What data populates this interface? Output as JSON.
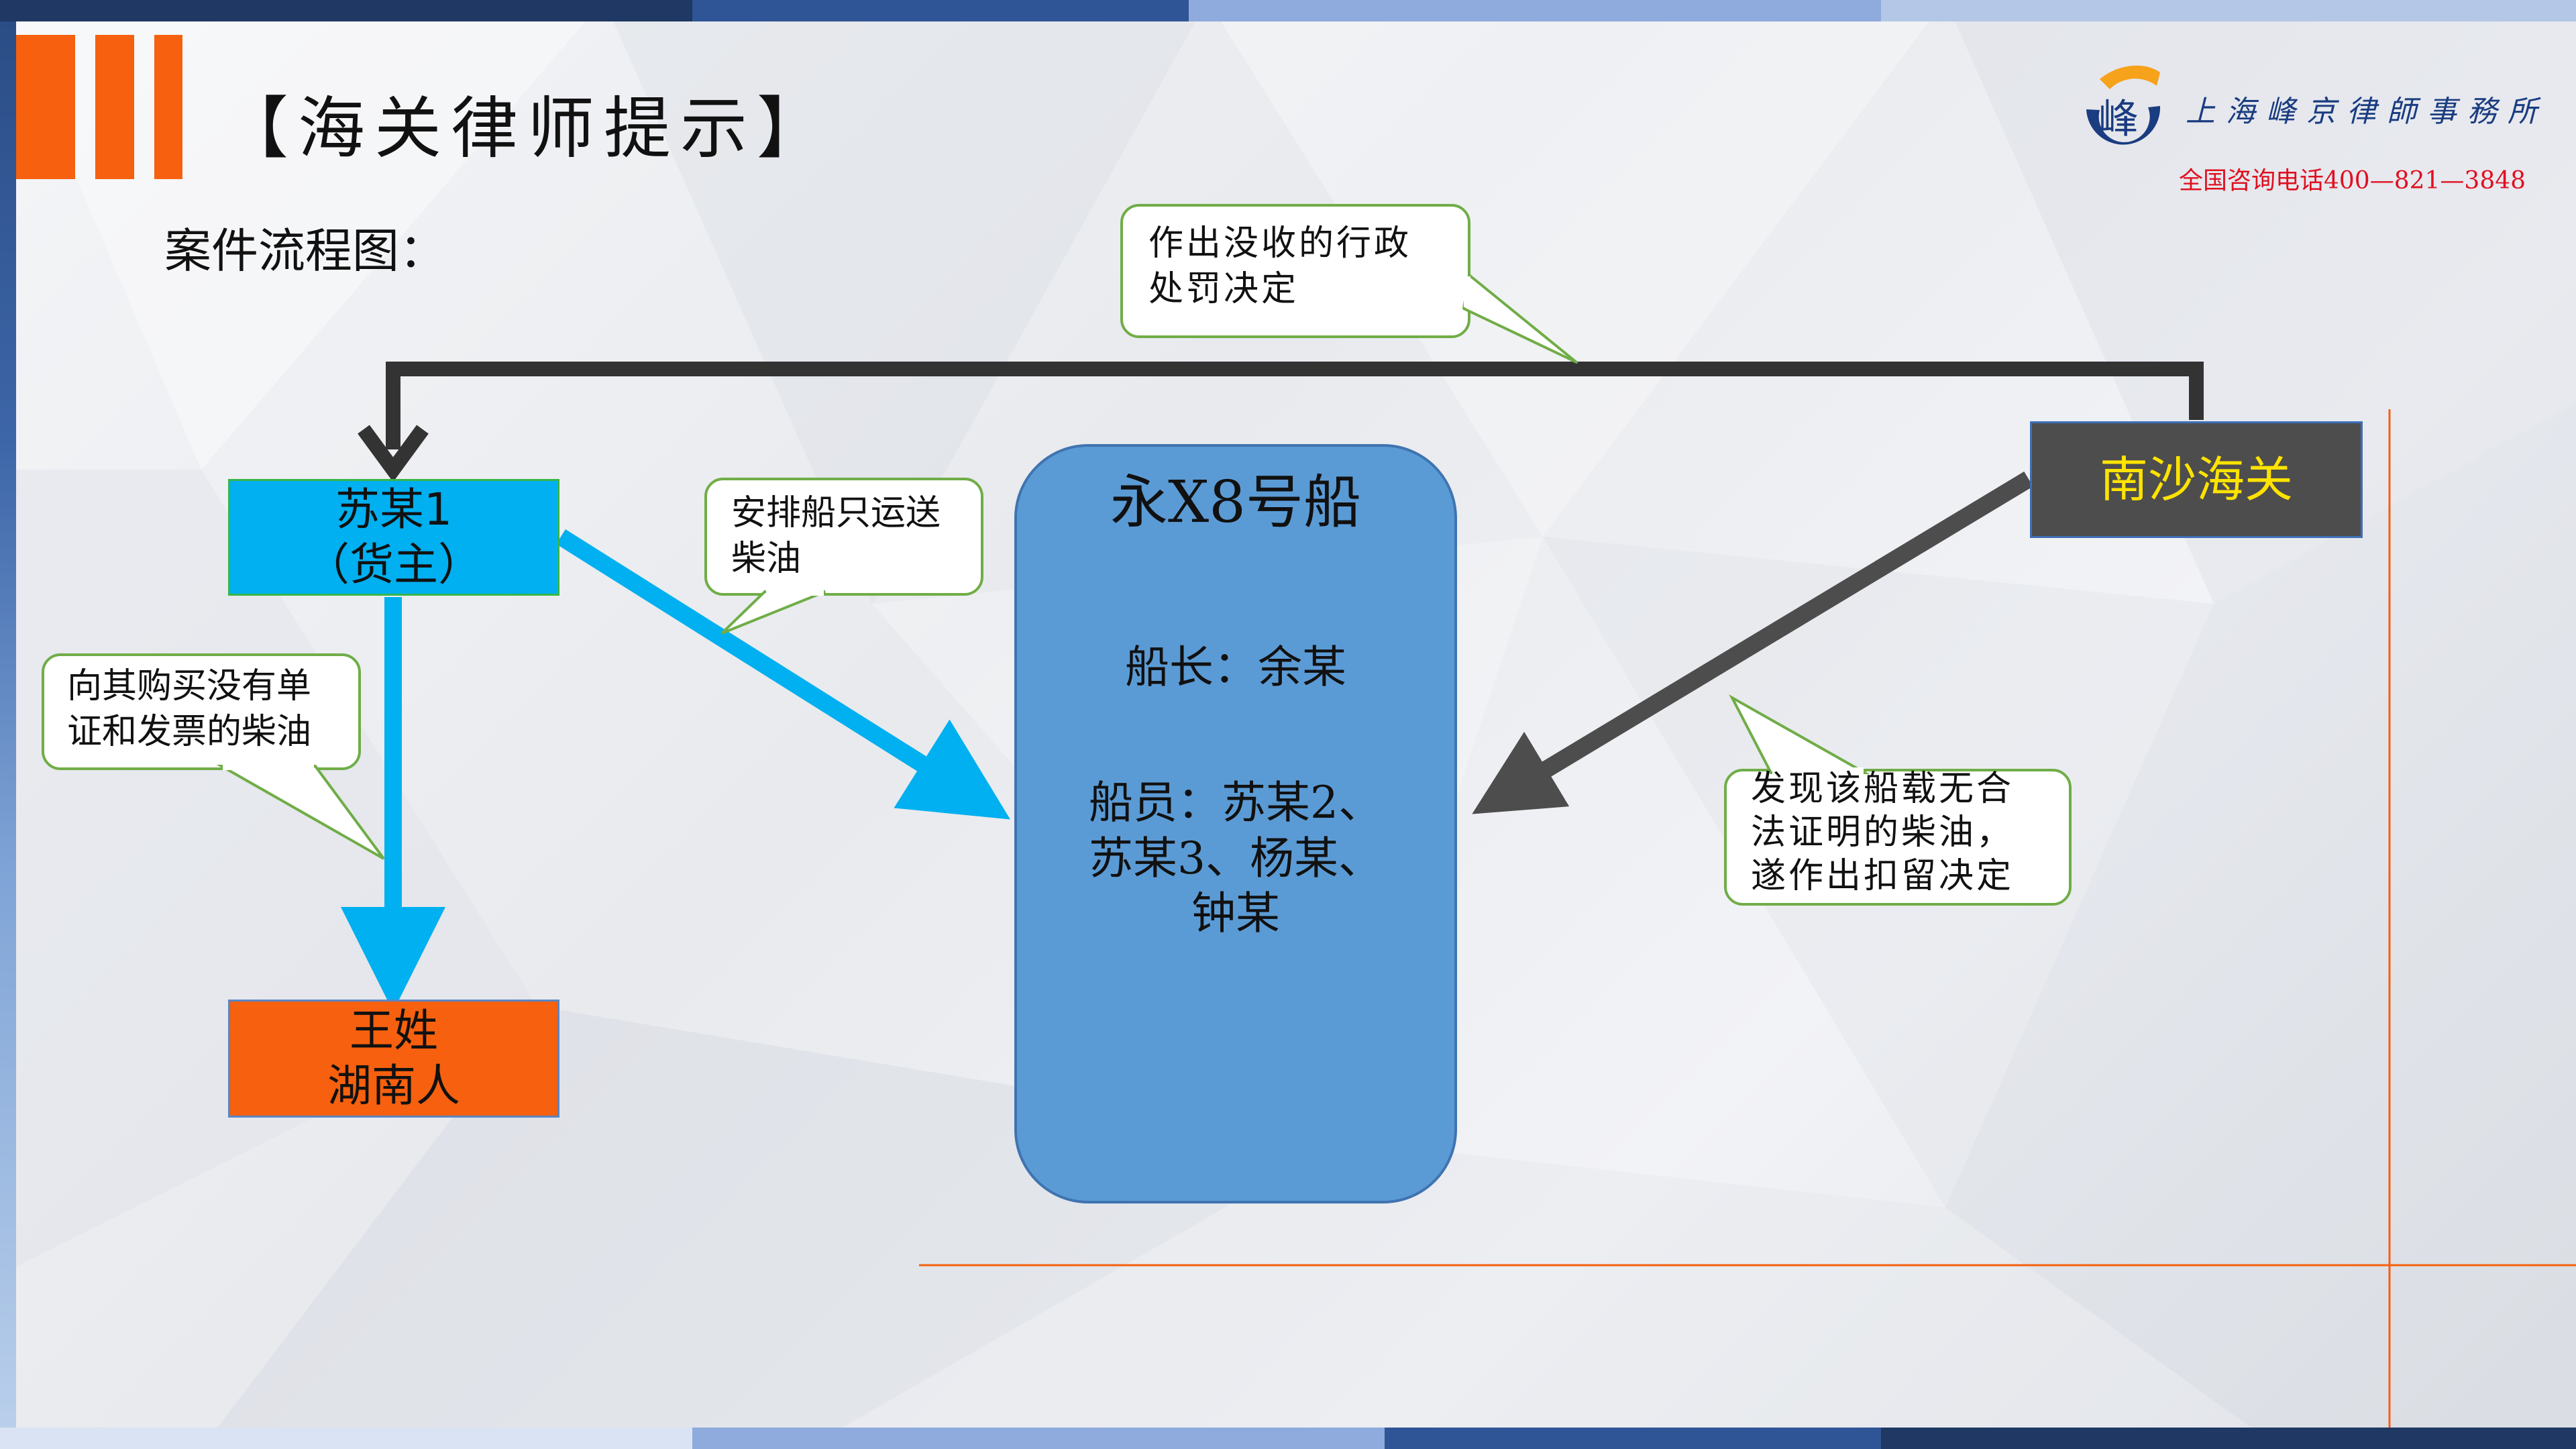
{
  "header": {
    "title": "【海关律师提示】",
    "subtitle": "案件流程图："
  },
  "logo": {
    "firm_name": "上海峰京律師事務所",
    "phone": "全国咨询电话400—821—3848",
    "emblem_icon": "firm-emblem-icon"
  },
  "nodes": {
    "su1": {
      "line1": "苏某1",
      "line2": "（货主）"
    },
    "wang": {
      "line1": "王姓",
      "line2": "湖南人"
    },
    "nansha": {
      "label": "南沙海关"
    },
    "ship": {
      "title": "永X8号船",
      "captain": "船长：余某",
      "crew_line1": "船员：苏某2、",
      "crew_line2": "苏某3、杨某、",
      "crew_line3": "钟某"
    }
  },
  "callouts": {
    "confiscation": {
      "line1": "作出没收的行政",
      "line2": "处罚决定"
    },
    "arrange": {
      "line1": "安排船只运送",
      "line2": "柴油"
    },
    "purchase": {
      "line1": "向其购买没有单",
      "line2": "证和发票的柴油"
    },
    "detain": {
      "line1": "发现该船载无合",
      "line2": "法证明的柴油，",
      "line3": "遂作出扣留决定"
    }
  },
  "colors": {
    "accent_orange": "#f6600e",
    "cyan": "#00b0f0",
    "ship_blue": "#5b9bd5",
    "customs_gray": "#4d4d4d",
    "customs_text": "#ffe300",
    "callout_border": "#70ad47",
    "phone_red": "#e01020"
  }
}
